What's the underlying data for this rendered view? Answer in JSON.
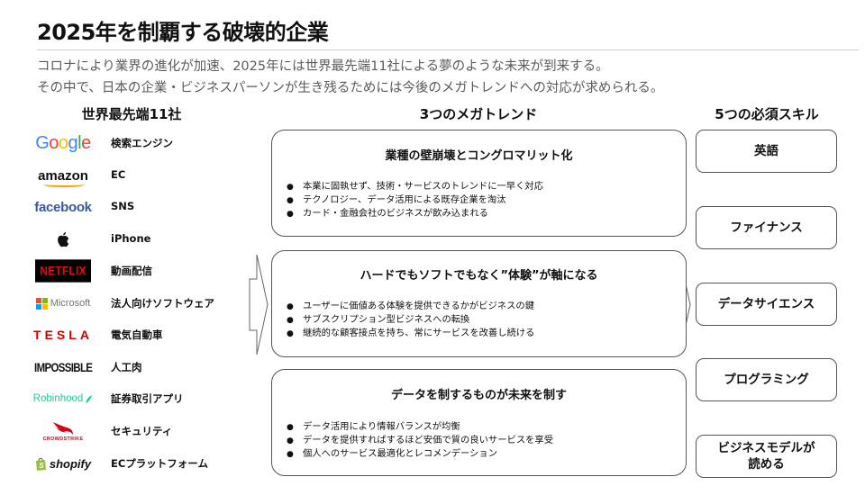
{
  "title": "2025年を制覇する破壊的企業",
  "subtitle_lines": [
    "コロナにより業界の進化が加速、2025年には世界最先端11社による夢のような未来が到来する。",
    "その中で、日本の企業・ビジネスパーソンが生き残るためには今後のメガトレンドへの対応が求められる。"
  ],
  "columns": {
    "companies": "世界最先端11社",
    "trends": "3つのメガトレンド",
    "skills": "5つの必須スキル"
  },
  "companies": [
    {
      "logo_text": "Google",
      "icon": "google-logo",
      "label": "検索エンジン"
    },
    {
      "logo_text": "amazon",
      "icon": "amazon-logo",
      "label": "EC"
    },
    {
      "logo_text": "facebook",
      "icon": "facebook-logo",
      "label": "SNS"
    },
    {
      "logo_text": "",
      "icon": "apple-logo",
      "label": "iPhone"
    },
    {
      "logo_text": "NETFLIX",
      "icon": "netflix-logo",
      "label": "動画配信"
    },
    {
      "logo_text": "Microsoft",
      "icon": "microsoft-logo",
      "label": "法人向けソフトウェア"
    },
    {
      "logo_text": "TESLA",
      "icon": "tesla-logo",
      "label": "電気自動車"
    },
    {
      "logo_text": "IMPOSSIBLE",
      "icon": "impossible-logo",
      "label": "人工肉"
    },
    {
      "logo_text": "Robinhood",
      "icon": "robinhood-logo",
      "label": "証券取引アプリ"
    },
    {
      "logo_text": "CROWDSTRIKE",
      "icon": "crowdstrike-logo",
      "label": "セキュリティ"
    },
    {
      "logo_text": "shopify",
      "icon": "shopify-logo",
      "label": "ECプラットフォーム"
    }
  ],
  "trends": [
    {
      "title": "業種の壁崩壊とコングロマリット化",
      "bullets": [
        "本業に固執せず、技術・サービスのトレンドに一早く対応",
        "テクノロジー、データ活用による既存企業を淘汰",
        "カード・金融会社のビジネスが飲み込まれる"
      ]
    },
    {
      "title": "ハードでもソフトでもなく”体験”が軸になる",
      "bullets": [
        "ユーザーに価値ある体験を提供できるかがビジネスの鍵",
        "サブスクリプション型ビジネスへの転換",
        "継続的な顧客接点を持ち、常にサービスを改善し続ける"
      ]
    },
    {
      "title": "データを制するものが未来を制す",
      "bullets": [
        "データ活用により情報バランスが均衡",
        "データを提供すればするほど安価で質の良いサービスを享受",
        "個人へのサービス最適化とレコメンデーション"
      ]
    }
  ],
  "skills": [
    "英語",
    "ファイナンス",
    "データサイエンス",
    "プログラミング",
    "ビジネスモデルが\n読める"
  ],
  "colors": {
    "google_blue": "#4285F4",
    "google_red": "#EA4335",
    "google_yellow": "#FBBC05",
    "google_green": "#34A853",
    "amazon_orange": "#FF9900",
    "facebook_blue": "#3B5998",
    "netflix_red": "#E50914",
    "tesla_red": "#CC0000",
    "robinhood_green": "#21CE99",
    "crowdstrike_red": "#D0021B",
    "shopify_green": "#95BF47"
  }
}
